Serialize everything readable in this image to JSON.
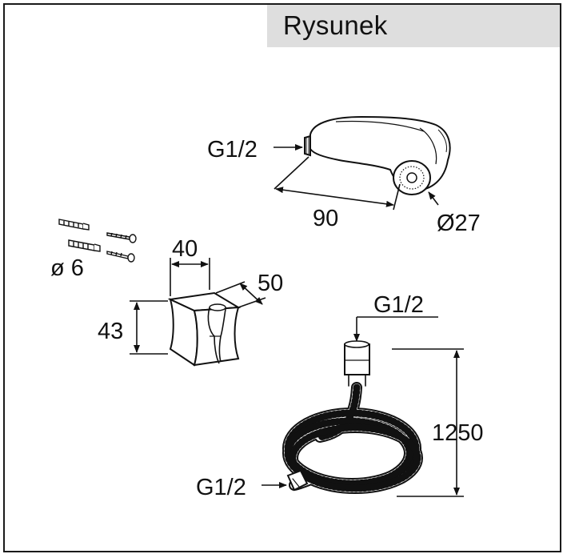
{
  "title": "Rysunek",
  "labels": {
    "head_thread": "G1/2",
    "head_length": "90",
    "head_diameter": "Ø27",
    "dowel_diameter": "ø 6",
    "holder_width": "40",
    "holder_depth": "50",
    "holder_height": "43",
    "hose_thread_top": "G1/2",
    "hose_length": "1250",
    "hose_thread_bottom": "G1/2"
  }
}
